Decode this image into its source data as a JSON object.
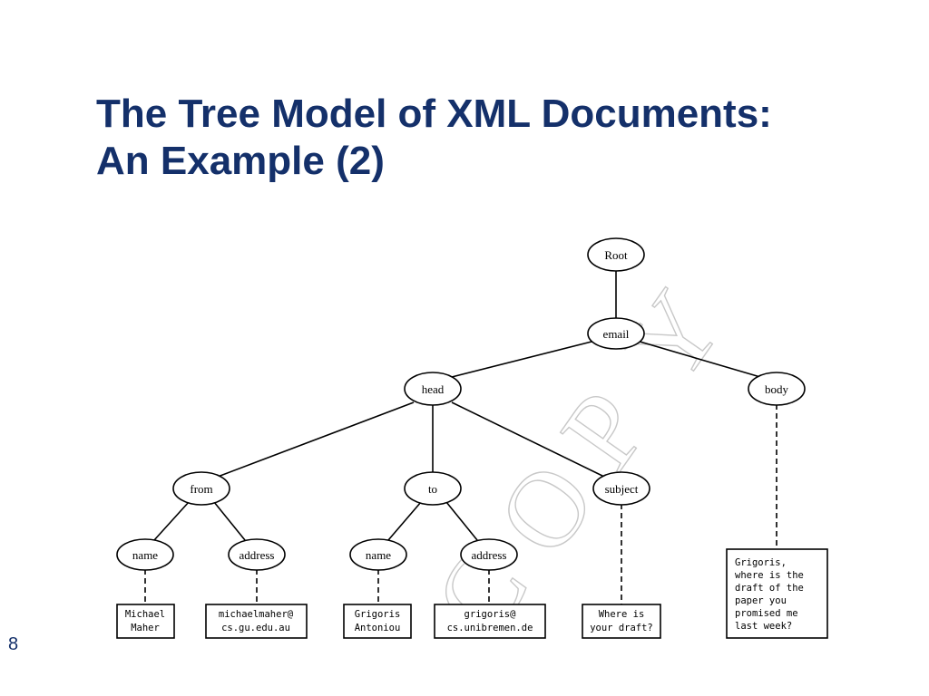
{
  "slide": {
    "title_lines": [
      "The Tree Model of XML Documents:",
      "An Example (2)"
    ],
    "page_number": "8"
  },
  "tree": {
    "nodes": {
      "root": "Root",
      "email": "email",
      "head": "head",
      "body": "body",
      "from": "from",
      "to": "to",
      "subject": "subject",
      "from_name": "name",
      "from_address": "address",
      "to_name": "name",
      "to_address": "address"
    },
    "leaves": {
      "from_name": [
        "Michael",
        "Maher"
      ],
      "from_address": [
        "michaelmaher@",
        "cs.gu.edu.au"
      ],
      "to_name": [
        "Grigoris",
        "Antoniou"
      ],
      "to_address": [
        "grigoris@",
        "cs.unibremen.de"
      ],
      "subject": [
        "Where is",
        "your draft?"
      ],
      "body": [
        "Grigoris,",
        "where is the",
        "draft of the",
        "paper you",
        "promised me",
        "last week?"
      ]
    }
  },
  "watermark": {
    "letters": [
      "C",
      "O",
      "P",
      "Y"
    ],
    "color": "#c8c8c8"
  },
  "colors": {
    "title": "#14306a"
  }
}
